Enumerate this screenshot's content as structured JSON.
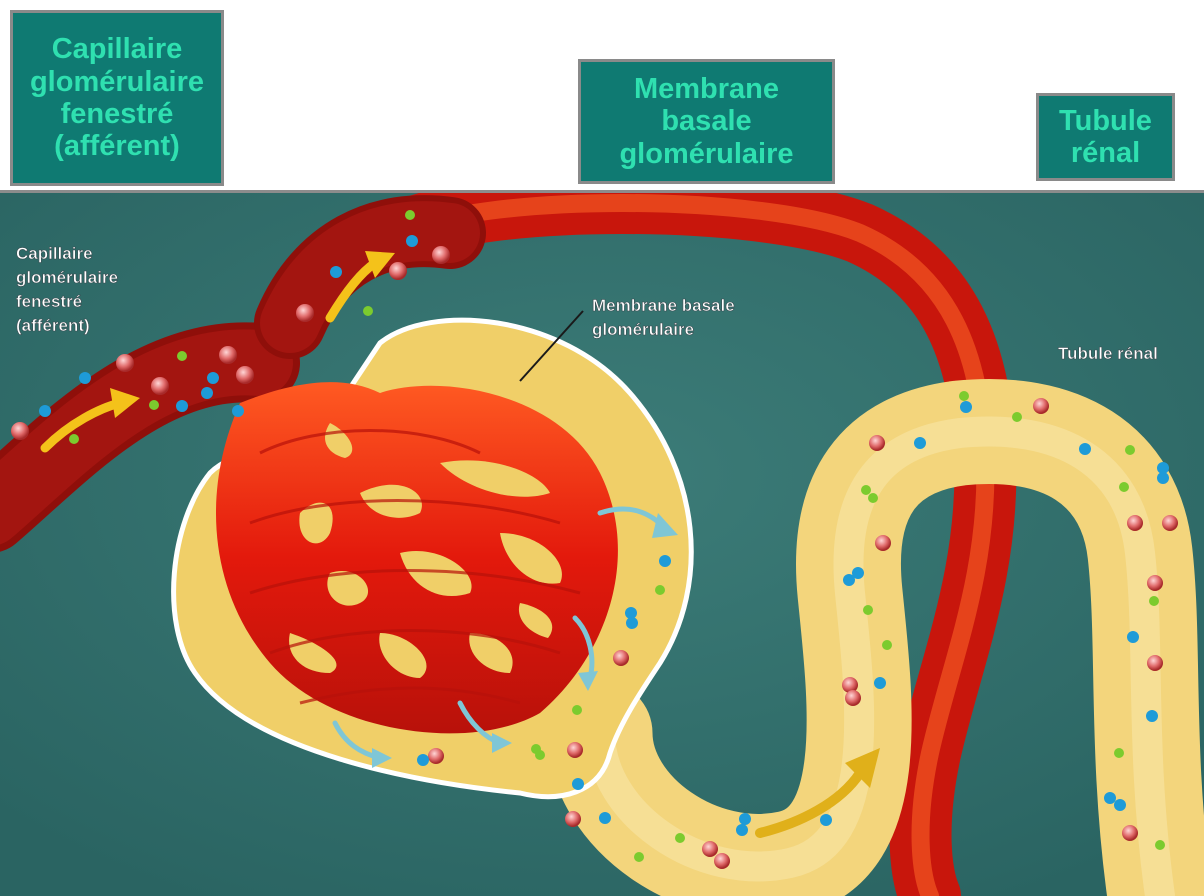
{
  "header_labels": {
    "capillaire": "Capillaire\nglomérulaire\nfenestré\n(afférent)",
    "membrane": "Membrane\nbasale\nglomérulaire",
    "tubule": "Tubule\nrénal"
  },
  "diagram_labels": {
    "capillaire": [
      "Capillaire",
      "glomérulaire",
      "fenestré",
      "(afférent)"
    ],
    "membrane": [
      "Membrane basale",
      "glomérulaire"
    ],
    "tubule": "Tubule rénal"
  },
  "colors": {
    "background": "#2e6f6c",
    "vessel": "#e61e0f",
    "vessel_dark": "#9e0f0a",
    "capsule": "#f0cf68",
    "tubule": "#f3d57c",
    "label_box_bg": "#0f7a72",
    "label_box_text": "#2fe0b0"
  }
}
